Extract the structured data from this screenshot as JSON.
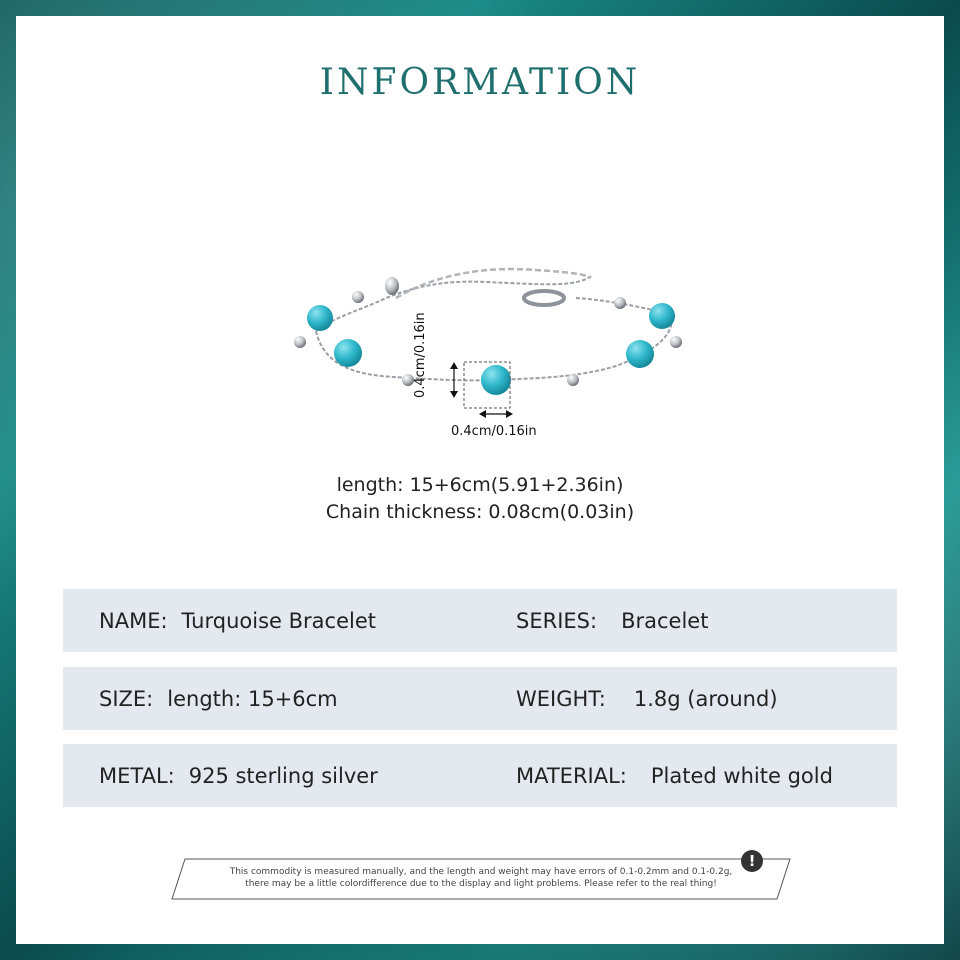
{
  "title": "INFORMATION",
  "dimensions": {
    "width_label": "0.4cm/0.16in",
    "height_label": "0.4cm/0.16in"
  },
  "specs": {
    "length_line": "length: 15+6cm(5.91+2.36in)",
    "chain_line": "Chain thickness: 0.08cm(0.03in)"
  },
  "rows": [
    {
      "left_label": "NAME:",
      "left_value": "Turquoise Bracelet",
      "right_label": "SERIES:",
      "right_value": "Bracelet"
    },
    {
      "left_label": "SIZE:",
      "left_value": "length: 15+6cm",
      "right_label": "WEIGHT:",
      "right_value": "1.8g (around)"
    },
    {
      "left_label": "METAL:",
      "left_value": "925 sterling silver",
      "right_label": "MATERIAL:",
      "right_value": "Plated white gold"
    }
  ],
  "notice": {
    "line1": "This commodity is measured manually, and the length and weight may have errors of 0.1-0.2mm and 0.1-0.2g,",
    "line2": "there may be a little colordifference due to the display and light problems. Please refer to the real thing!",
    "icon": "!"
  },
  "colors": {
    "title": "#1f6f6e",
    "turquoise": "#2fb8cc",
    "row_bg": "#e4e9f0",
    "frame": "#13706e"
  }
}
